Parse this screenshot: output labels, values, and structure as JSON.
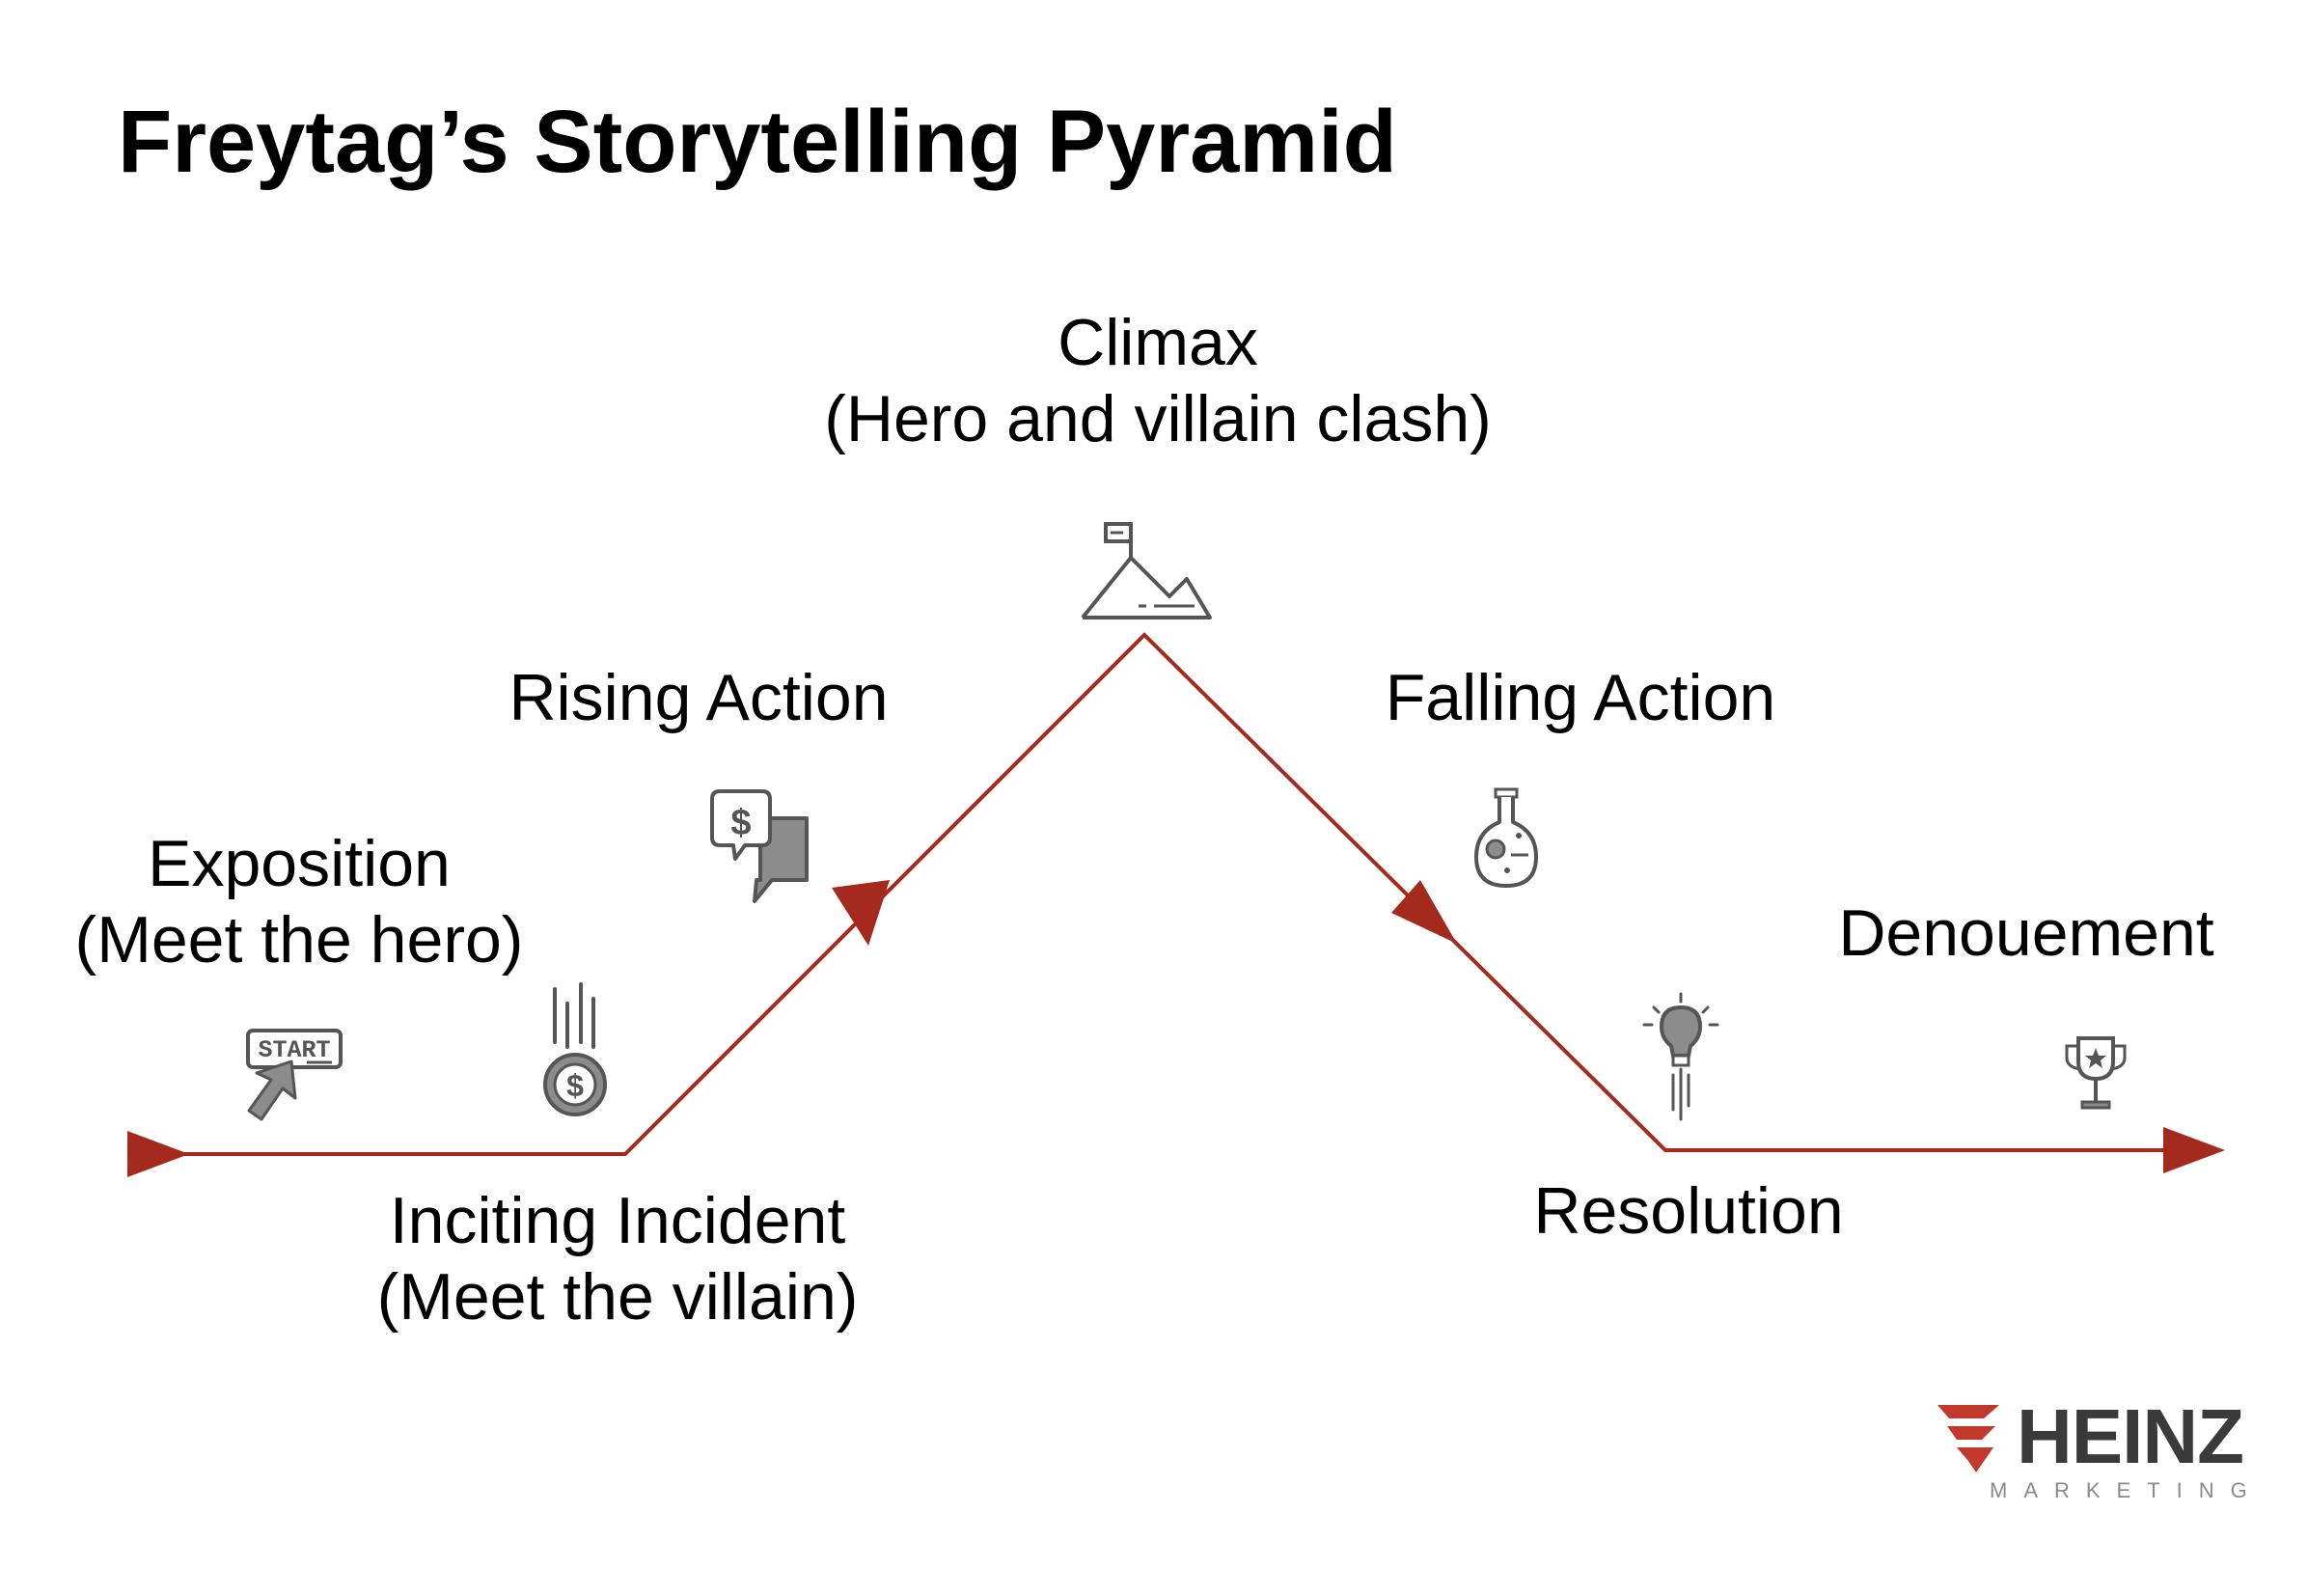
{
  "title": "Freytag’s Storytelling Pyramid",
  "colors": {
    "line": "#a52a1e",
    "icon_stroke": "#555555",
    "icon_fill": "#8c8c8c",
    "text": "#000000"
  },
  "stages": {
    "exposition": {
      "title": "Exposition",
      "subtitle": "(Meet the hero)",
      "icon": "start-button-cursor-icon",
      "icon_text": "START"
    },
    "inciting_incident": {
      "title": "Inciting Incident",
      "subtitle": "(Meet the villain)",
      "icon": "falling-coin-icon"
    },
    "rising_action": {
      "title": "Rising Action",
      "icon": "money-chat-icon"
    },
    "climax": {
      "title": "Climax",
      "subtitle": "(Hero and villain clash)",
      "icon": "mountain-flag-icon"
    },
    "falling_action": {
      "title": "Falling Action",
      "icon": "flask-icon"
    },
    "resolution": {
      "title": "Resolution",
      "icon": "lightbulb-rocket-icon"
    },
    "denouement": {
      "title": "Denouement",
      "icon": "trophy-icon"
    }
  },
  "logo": {
    "name": "HEINZ",
    "tagline": "MARKETING",
    "icon": "heinz-chevron-logo-icon"
  }
}
